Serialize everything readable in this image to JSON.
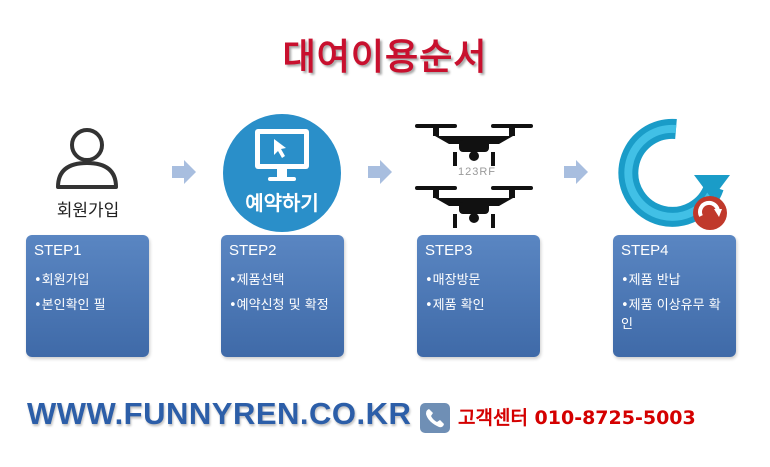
{
  "title": "대여이용순서",
  "steps": [
    {
      "icon": "user-icon",
      "caption": "회원가입",
      "label": "STEP1",
      "bullets": [
        "•회원가입",
        "•본인확인 필"
      ]
    },
    {
      "icon": "monitor-cursor-icon",
      "caption": "예약하기",
      "label": "STEP2",
      "bullets": [
        "•제품선택",
        "•예약신청 및 확정"
      ]
    },
    {
      "icon": "drone-icon",
      "watermark": "123RF",
      "label": "STEP3",
      "bullets": [
        "•매장방문",
        "•제품 확인"
      ]
    },
    {
      "icon": "return-arrow-icon",
      "label": "STEP4",
      "bullets": [
        "•제품 반납",
        "•제품 이상유무 확인"
      ]
    }
  ],
  "footer": {
    "website": "WWW.FUNNYREN.CO.KR",
    "phone_label": "고객센터 010-8725-5003",
    "phone_icon": "phone-icon"
  },
  "colors": {
    "title": "#c8102e",
    "step_box": "#4a76b4",
    "arrow": "#a8bedf",
    "website": "#2c5ea8",
    "phone_text": "#d40000",
    "icon_circle": "#2a8fc9"
  }
}
